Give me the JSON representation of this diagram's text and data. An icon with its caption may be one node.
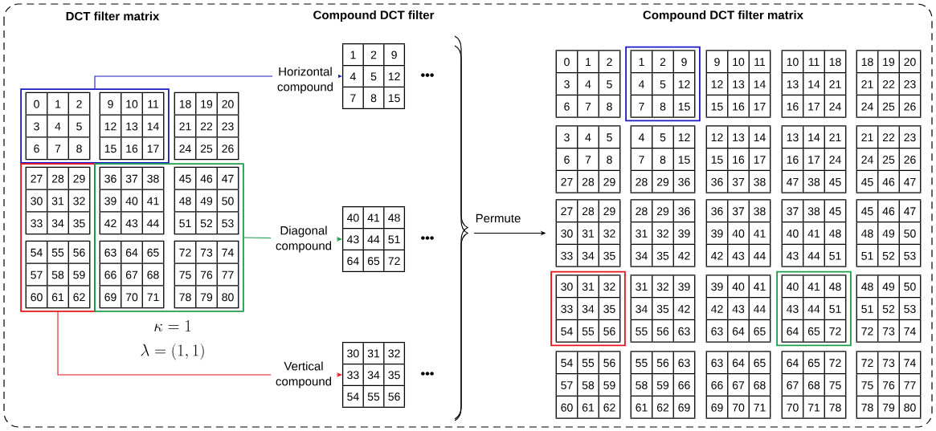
{
  "diagram": {
    "nodes": [
      {
        "text": [],
        "shape": "box"
      },
      {
        "text": [
          "0",
          "1",
          "2",
          "3",
          "4",
          "5",
          "6",
          "7",
          "8"
        ],
        "in": 0
      },
      {
        "text": [
          "9",
          "10",
          "11",
          "12",
          "13",
          "14",
          "15",
          "16",
          "17"
        ],
        "in": 0
      },
      {
        "text": [
          "18",
          "19",
          "20",
          "21",
          "22",
          "23",
          "24",
          "25",
          "26"
        ]
      },
      {
        "text": [],
        "shape": "box"
      },
      {
        "text": [
          "27",
          "28",
          "29",
          "30",
          "31",
          "32",
          "33",
          "34",
          "35"
        ],
        "in": 4
      },
      {
        "text": [
          "54",
          "55",
          "56",
          "57",
          "58",
          "59",
          "60",
          "61",
          "62"
        ],
        "in": 4
      },
      {
        "text": [],
        "shape": "box"
      },
      {
        "text": [
          "36",
          "37",
          "38",
          "39",
          "40",
          "41",
          "42",
          "43",
          "44"
        ],
        "in": 7
      },
      {
        "text": [
          "45",
          "46",
          "47",
          "48",
          "49",
          "50",
          "51",
          "52",
          "53"
        ],
        "in": 7
      },
      {
        "text": [
          "63",
          "64",
          "65",
          "66",
          "67",
          "68",
          "69",
          "70",
          "71"
        ],
        "in": 7
      },
      {
        "text": [
          "72",
          "73",
          "74",
          "75",
          "76",
          "77",
          "78",
          "79",
          "80"
        ],
        "in": 7
      },
      {
        "text": [
          "1",
          "2",
          "9",
          "4",
          "5",
          "12",
          "7",
          "8",
          "15"
        ],
        "beside": [
          "•••"
        ]
      },
      {
        "text": [
          "40",
          "41",
          "48",
          "43",
          "44",
          "51",
          "64",
          "65",
          "72"
        ],
        "beside": [
          "•••"
        ]
      },
      {
        "text": [
          "30",
          "31",
          "32",
          "33",
          "34",
          "35",
          "54",
          "55",
          "56"
        ],
        "beside": [
          "•••"
        ]
      },
      {
        "text": [
          "0",
          "1",
          "2",
          "3",
          "4",
          "5",
          "6",
          "7",
          "8"
        ]
      },
      {
        "text": [],
        "shape": "box"
      },
      {
        "text": [
          "1",
          "2",
          "9",
          "4",
          "5",
          "12",
          "7",
          "8",
          "15"
        ],
        "in": 16
      },
      {
        "text": [
          "9",
          "10",
          "11",
          "12",
          "13",
          "14",
          "15",
          "16",
          "17"
        ]
      },
      {
        "text": [
          "10",
          "11",
          "18",
          "13",
          "14",
          "21",
          "16",
          "17",
          "24"
        ]
      },
      {
        "text": [
          "18",
          "19",
          "20",
          "21",
          "22",
          "23",
          "24",
          "25",
          "26"
        ]
      },
      {
        "text": [
          "3",
          "4",
          "5",
          "6",
          "7",
          "8",
          "27",
          "28",
          "29"
        ]
      },
      {
        "text": [
          "4",
          "5",
          "12",
          "7",
          "8",
          "15",
          "28",
          "29",
          "36"
        ]
      },
      {
        "text": [
          "12",
          "13",
          "14",
          "15",
          "16",
          "17",
          "36",
          "37",
          "38"
        ]
      },
      {
        "text": [
          "13",
          "14",
          "21",
          "16",
          "17",
          "24",
          "47",
          "38",
          "45"
        ]
      },
      {
        "text": [
          "21",
          "22",
          "23",
          "24",
          "25",
          "26",
          "45",
          "46",
          "47"
        ]
      },
      {
        "text": [
          "27",
          "28",
          "29",
          "30",
          "31",
          "32",
          "33",
          "34",
          "35"
        ]
      },
      {
        "text": [
          "28",
          "29",
          "36",
          "31",
          "32",
          "39",
          "34",
          "35",
          "42"
        ]
      },
      {
        "text": [
          "36",
          "37",
          "38",
          "39",
          "40",
          "41",
          "42",
          "43",
          "44"
        ]
      },
      {
        "text": [
          "37",
          "38",
          "45",
          "40",
          "41",
          "48",
          "43",
          "44",
          "51"
        ]
      },
      {
        "text": [
          "45",
          "46",
          "47",
          "48",
          "49",
          "50",
          "51",
          "52",
          "53"
        ]
      },
      {
        "text": [],
        "shape": "box"
      },
      {
        "text": [
          "30",
          "31",
          "32",
          "33",
          "34",
          "35",
          "54",
          "55",
          "56"
        ],
        "in": 31
      },
      {
        "text": [
          "31",
          "32",
          "39",
          "34",
          "35",
          "42",
          "55",
          "56",
          "63"
        ]
      },
      {
        "text": [
          "39",
          "40",
          "41",
          "42",
          "43",
          "44",
          "63",
          "64",
          "65"
        ]
      },
      {
        "text": [],
        "shape": "box"
      },
      {
        "text": [
          "40",
          "41",
          "48",
          "43",
          "44",
          "51",
          "64",
          "65",
          "72"
        ],
        "in": 35
      },
      {
        "text": [
          "48",
          "49",
          "50",
          "51",
          "52",
          "53",
          "72",
          "73",
          "74"
        ]
      },
      {
        "text": [
          "54",
          "55",
          "56",
          "57",
          "58",
          "59",
          "60",
          "61",
          "62"
        ]
      },
      {
        "text": [
          "55",
          "56",
          "63",
          "58",
          "59",
          "66",
          "61",
          "62",
          "69"
        ]
      },
      {
        "text": [
          "63",
          "64",
          "65",
          "66",
          "67",
          "68",
          "69",
          "70",
          "71"
        ]
      },
      {
        "text": [
          "64",
          "65",
          "72",
          "67",
          "68",
          "75",
          "70",
          "71",
          "78"
        ]
      },
      {
        "text": [
          "72",
          "73",
          "74",
          "75",
          "76",
          "77",
          "78",
          "79",
          "80"
        ]
      },
      {
        "text": [],
        "shape": "brace"
      }
    ],
    "edges": [
      {
        "from": 0,
        "to": 12,
        "arrow": "to",
        "label": "Horizontal compound",
        "color": "#1a1ac8"
      },
      {
        "from": 7,
        "to": 13,
        "arrow": "to",
        "label": "Diagonal compound",
        "color": "#1f9e4a"
      },
      {
        "from": 4,
        "to": 14,
        "arrow": "to",
        "label": "Vertical compound",
        "color": "#e8141a"
      },
      {
        "from": 43,
        "to": 26,
        "arrow": "to",
        "label": "Permute",
        "color": "#000000"
      }
    ],
    "labels": [
      "DCT filter matrix",
      "Compound DCT filter",
      "Compound DCT filter matrix",
      "\\kappa = 1",
      "\\lambda = (1,1)"
    ]
  }
}
